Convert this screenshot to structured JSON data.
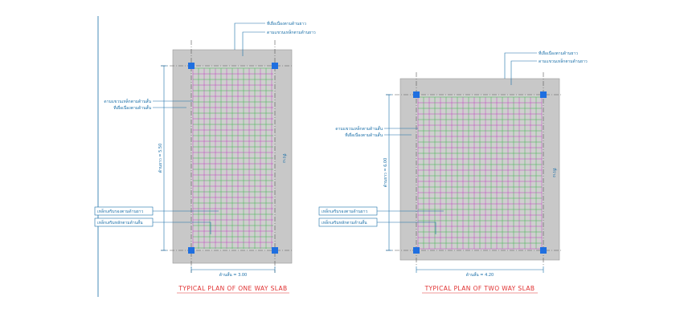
{
  "plans": [
    {
      "id": "one-way",
      "title": "TYPICAL PLAN OF ONE WAY SLAB",
      "dim_short": "ด้านสั้น = 3.00",
      "dim_long": "ด้านยาว = 5.50",
      "span_label": "ที่ว่าง",
      "top_notes": [
        "ที่เผื่อเนื่องตามด้านยาว",
        "ดามแขวนเหล็กตามด้านยาว"
      ],
      "left_notes": [
        "ดามแขวนเหล็กตามด้านสั้น",
        "ที่เผื่อเนื่องตามด้านสั้น"
      ],
      "rebar_notes": [
        "เหล็กเสริมรองตามด้านยาว",
        "เหล็กเสริมหลักตามด้านสั้น"
      ]
    },
    {
      "id": "two-way",
      "title": "TYPICAL PLAN OF TWO WAY SLAB",
      "dim_short": "ด้านสั้น = 4.20",
      "dim_long": "ด้านยาว = 6.00",
      "span_label": "ที่ว่าง",
      "top_notes": [
        "ที่เผื่อเนื่องตามด้านยาว",
        "ดามแขวนเหล็กตามด้านยาว"
      ],
      "left_notes": [
        "ดามแขวนเหล็กตามด้านสั้น",
        "ที่เผื่อเนื่องตามด้านสั้น"
      ],
      "rebar_notes": [
        "เหล็กเสริมรองตามด้านยาว",
        "เหล็กเสริมหลักตามด้านสั้น"
      ]
    }
  ],
  "colors": {
    "slab_fill": "#c8c8c8",
    "support": "#a8a8a8",
    "rebar_green": "#3fb34f",
    "rebar_magenta": "#c040c0",
    "column": "#1f6fe0",
    "annotation": "#1a6fa8",
    "title": "#e03030"
  }
}
